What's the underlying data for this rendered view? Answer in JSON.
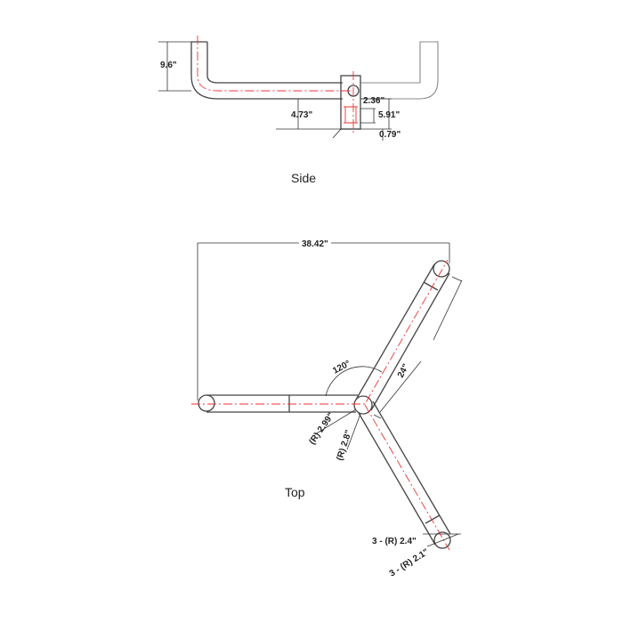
{
  "side_view": {
    "caption": "Side",
    "dimensions": {
      "height": "9.6\"",
      "arm_offset": "4.73\"",
      "hole_offset": "2.36\"",
      "block_height": "5.91\"",
      "bottom_offset": "0.79\""
    }
  },
  "top_view": {
    "caption": "Top",
    "dimensions": {
      "span": "38.42\"",
      "arm_length": "24\"",
      "angle": "120°",
      "hub_outer_radius": "(R) 2.99\"",
      "hub_inner_radius": "(R) 2.8\"",
      "tip_outer_radius": "3 - (R) 2.4\"",
      "tip_inner_radius": "3 - (R) 2.1\""
    }
  },
  "colors": {
    "outline": "#444444",
    "centerline": "#ee3333"
  }
}
